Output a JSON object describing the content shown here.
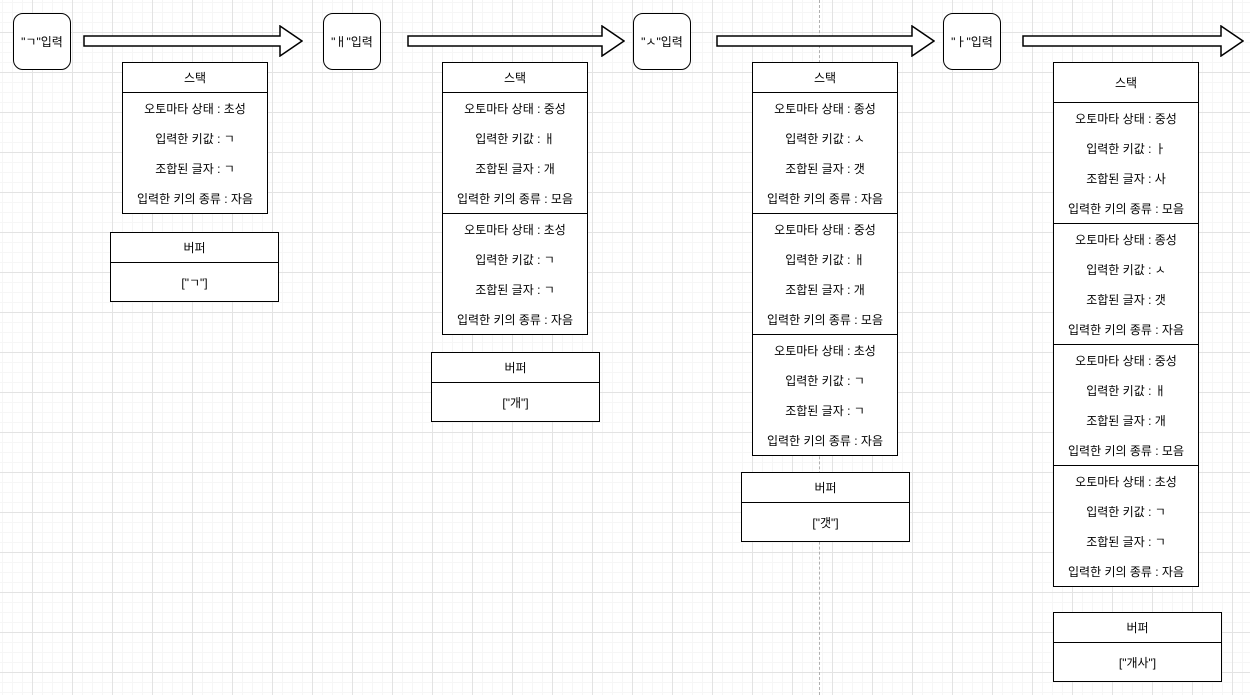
{
  "canvas": {
    "background_color": "#ffffff",
    "grid_minor_color": "#f6f6f6",
    "grid_major_color": "#e3e3e3",
    "page_divider_color": "#b0b0b0",
    "shape_border_color": "#000000",
    "shape_fill_color": "#ffffff"
  },
  "steps": [
    {
      "input_label": "\"ㄱ\"입력",
      "stack": {
        "title": "스택",
        "frames": [
          [
            "오토마타 상태 : 초성",
            "입력한 키값 : ㄱ",
            "조합된 글자 : ㄱ",
            "입력한 키의 종류 : 자음"
          ]
        ]
      },
      "buffer": {
        "title": "버퍼",
        "value": "[\"ㄱ\"]"
      }
    },
    {
      "input_label": "\"ㅐ\"입력",
      "stack": {
        "title": "스택",
        "frames": [
          [
            "오토마타 상태 : 중성",
            "입력한 키값 : ㅐ",
            "조합된 글자 : 개",
            "입력한 키의 종류 : 모음"
          ],
          [
            "오토마타 상태 : 초성",
            "입력한 키값 : ㄱ",
            "조합된 글자 : ㄱ",
            "입력한 키의 종류 : 자음"
          ]
        ]
      },
      "buffer": {
        "title": "버퍼",
        "value": "[\"개\"]"
      }
    },
    {
      "input_label": "\"ㅅ\"입력",
      "stack": {
        "title": "스택",
        "frames": [
          [
            "오토마타 상태 : 종성",
            "입력한 키값 : ㅅ",
            "조합된 글자 : 갯",
            "입력한 키의 종류 : 자음"
          ],
          [
            "오토마타 상태 : 중성",
            "입력한 키값 : ㅐ",
            "조합된 글자 : 개",
            "입력한 키의 종류 : 모음"
          ],
          [
            "오토마타 상태 : 초성",
            "입력한 키값 : ㄱ",
            "조합된 글자 : ㄱ",
            "입력한 키의 종류 : 자음"
          ]
        ]
      },
      "buffer": {
        "title": "버퍼",
        "value": "[\"갯\"]"
      }
    },
    {
      "input_label": "\"ㅏ\"입력",
      "stack": {
        "title": "스택",
        "frames": [
          [
            "오토마타 상태 : 중성",
            "입력한 키값 : ㅏ",
            "조합된 글자 : 사",
            "입력한 키의 종류 : 모음"
          ],
          [
            "오토마타 상태 : 종성",
            "입력한 키값 : ㅅ",
            "조합된 글자 : 갯",
            "입력한 키의 종류 : 자음"
          ],
          [
            "오토마타 상태 : 중성",
            "입력한 키값 : ㅐ",
            "조합된 글자 : 개",
            "입력한 키의 종류 : 모음"
          ],
          [
            "오토마타 상태 : 초성",
            "입력한 키값 : ㄱ",
            "조합된 글자 : ㄱ",
            "입력한 키의 종류 : 자음"
          ]
        ]
      },
      "buffer": {
        "title": "버퍼",
        "value": "[\"개사\"]"
      }
    }
  ]
}
